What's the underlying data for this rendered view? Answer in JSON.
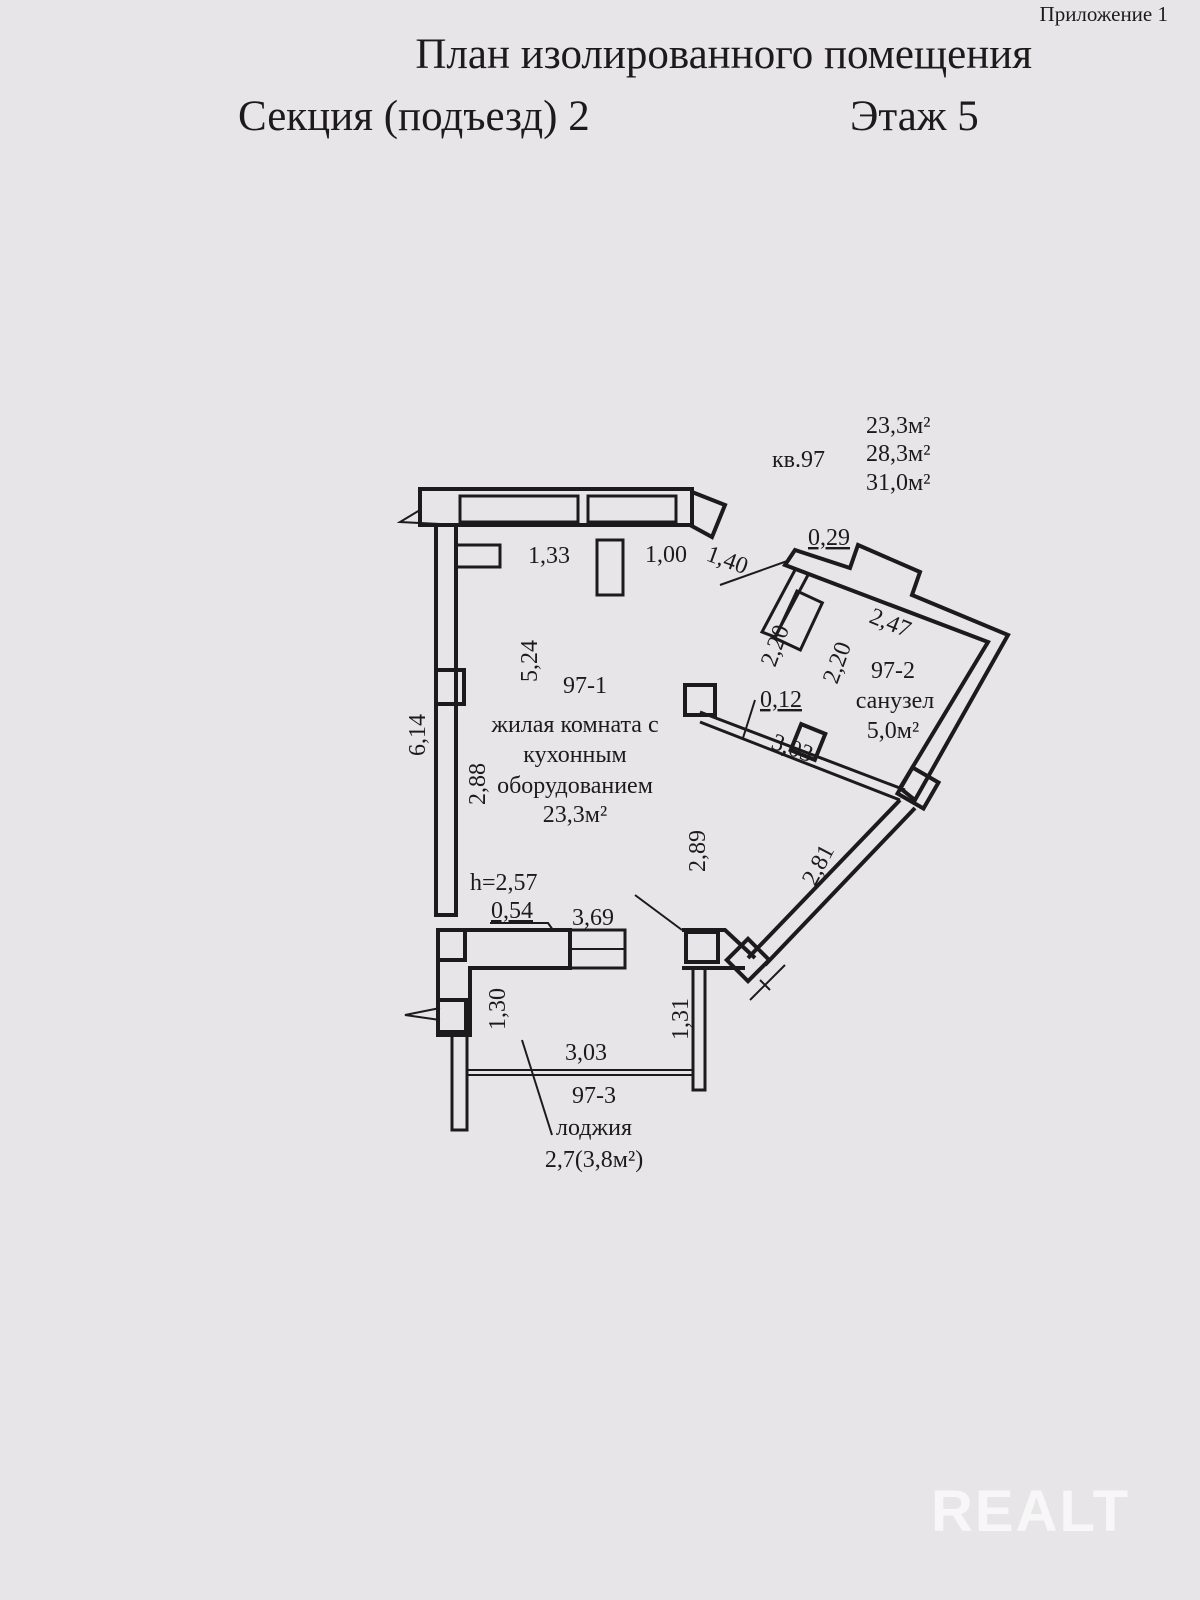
{
  "header": {
    "appendix": "Приложение 1",
    "title": "План изолированного помещения",
    "section": "Секция (подъезд) 2",
    "floor": "Этаж  5"
  },
  "apartment": {
    "label": "кв.97",
    "areas": [
      "23,3м²",
      "28,3м²",
      "31,0м²"
    ]
  },
  "rooms": [
    {
      "id": "97-1",
      "name_lines": [
        "жилая комната с",
        "кухонным",
        "оборудованием"
      ],
      "area": "23,3м²"
    },
    {
      "id": "97-2",
      "name_lines": [
        "санузел"
      ],
      "area": "5,0м²"
    },
    {
      "id": "97-3",
      "name_lines": [
        "лоджия"
      ],
      "area": "2,7(3,8м²)"
    }
  ],
  "dimensions": {
    "d133": "1,33",
    "d100": "1,00",
    "d140": "1,40",
    "d029": "0,29",
    "d220a": "2,20",
    "d220b": "2,20",
    "d247": "2,47",
    "d524": "5,24",
    "d614": "6,14",
    "d012": "0,12",
    "d303a": "3,03",
    "d288": "2,88",
    "d289": "2,89",
    "d281": "2,81",
    "height": "h=2,57",
    "d054": "0,54",
    "d369": "3,69",
    "d130": "1,30",
    "d131": "1,31",
    "d303b": "3,03"
  },
  "watermark": "REALT"
}
